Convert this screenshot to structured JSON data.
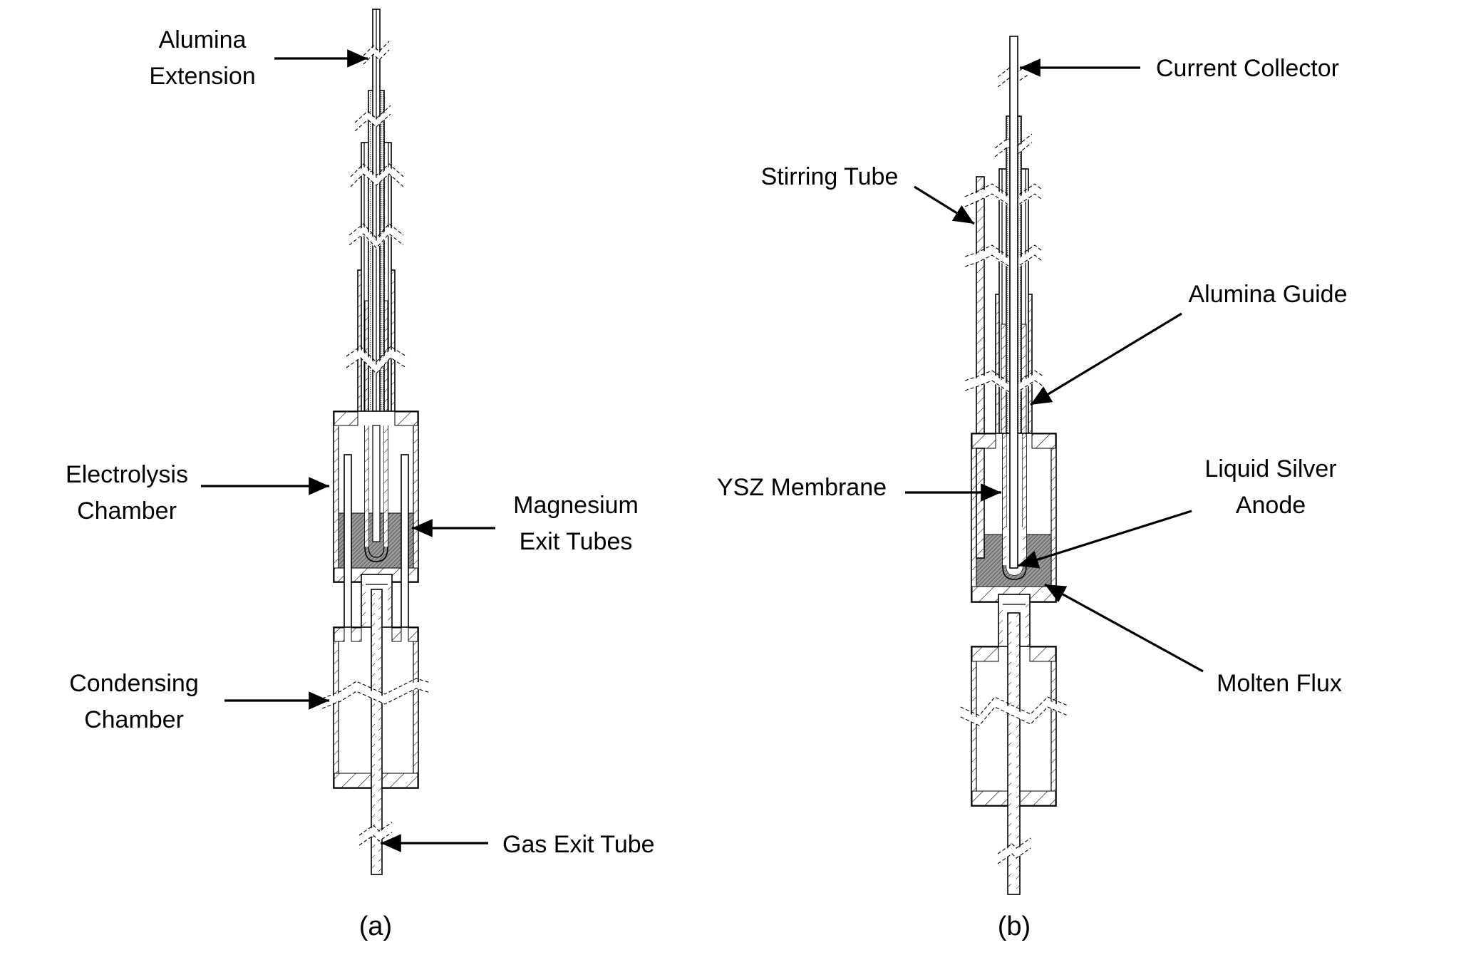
{
  "figure": {
    "panels": [
      {
        "id": "a",
        "caption": "(a)",
        "labels": [
          {
            "key": "alumina_extension",
            "lines": [
              "Alumina",
              "Extension"
            ]
          },
          {
            "key": "electrolysis_chamber",
            "lines": [
              "Electrolysis",
              "Chamber"
            ]
          },
          {
            "key": "magnesium_exit_tubes",
            "lines": [
              "Magnesium",
              "Exit Tubes"
            ]
          },
          {
            "key": "condensing_chamber",
            "lines": [
              "Condensing",
              "Chamber"
            ]
          },
          {
            "key": "gas_exit_tube",
            "lines": [
              "Gas Exit Tube"
            ]
          }
        ]
      },
      {
        "id": "b",
        "caption": "(b)",
        "labels": [
          {
            "key": "current_collector",
            "lines": [
              "Current Collector"
            ]
          },
          {
            "key": "stirring_tube",
            "lines": [
              "Stirring Tube"
            ]
          },
          {
            "key": "alumina_guide",
            "lines": [
              "Alumina Guide"
            ]
          },
          {
            "key": "ysz_membrane",
            "lines": [
              "YSZ Membrane"
            ]
          },
          {
            "key": "liquid_silver_anode",
            "lines": [
              "Liquid Silver",
              "Anode"
            ]
          },
          {
            "key": "molten_flux",
            "lines": [
              "Molten Flux"
            ]
          }
        ]
      }
    ],
    "colors": {
      "line": "#000000",
      "background": "#ffffff",
      "molten_flux_fill": "#8c8c8c"
    }
  }
}
